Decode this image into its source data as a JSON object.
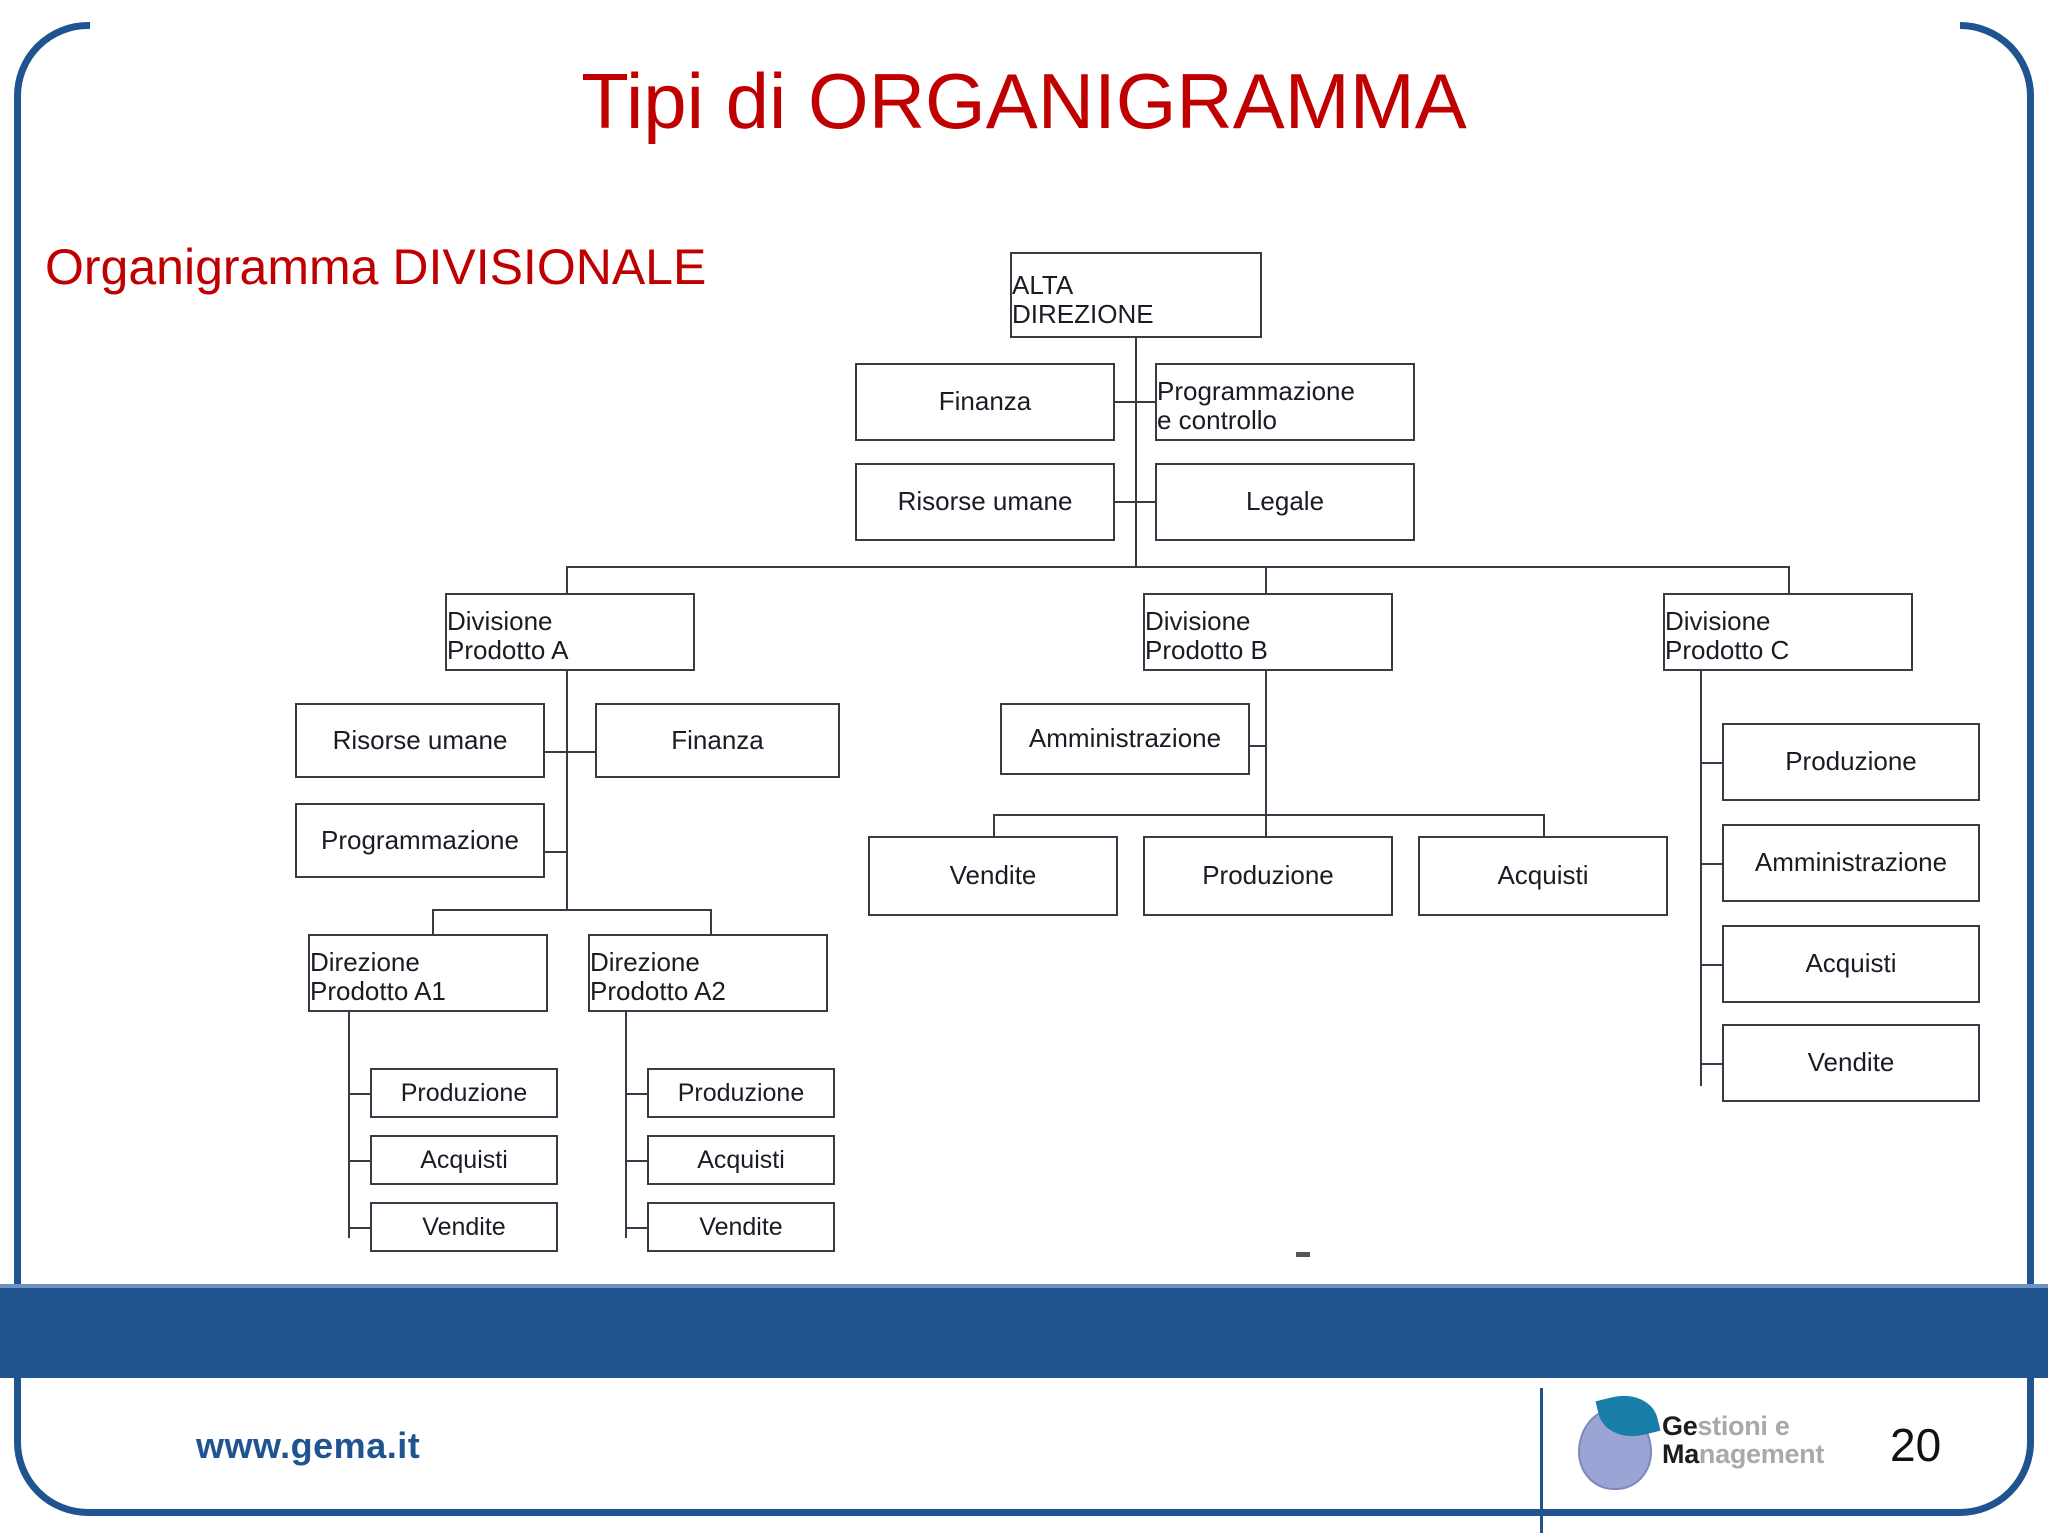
{
  "slide": {
    "title": "Tipi di ORGANIGRAMMA",
    "subtitle": "Organigramma DIVISIONALE",
    "title_color": "#c00000",
    "frame_color": "#1f5490",
    "band_color": "#1f5490",
    "page_number": "20"
  },
  "footer": {
    "url": "www.gema.it",
    "logo_line1_dark": "Ge",
    "logo_line1_grey": "stioni e",
    "logo_line2_dark": "Ma",
    "logo_line2_grey": "nagement"
  },
  "chart_data": {
    "type": "diagram",
    "title": "Organigramma DIVISIONALE",
    "root": "ALTA DIREZIONE",
    "nodes": {
      "root": {
        "label": "ALTA DIREZIONE",
        "line1": "ALTA",
        "line2": "DIREZIONE"
      },
      "staff": [
        {
          "label": "Finanza"
        },
        {
          "label": "Programmazione e controllo",
          "line1": "Programmazione",
          "line2": "e controllo"
        },
        {
          "label": "Risorse umane"
        },
        {
          "label": "Legale"
        }
      ],
      "divisions": [
        {
          "label": "Divisione Prodotto A",
          "line1": "Divisione",
          "line2": "Prodotto A",
          "staff": [
            {
              "label": "Risorse umane"
            },
            {
              "label": "Finanza"
            },
            {
              "label": "Programmazione"
            }
          ],
          "children": [
            {
              "label": "Direzione Prodotto A1",
              "line1": "Direzione",
              "line2": "Prodotto A1",
              "children": [
                {
                  "label": "Produzione"
                },
                {
                  "label": "Acquisti"
                },
                {
                  "label": "Vendite"
                }
              ]
            },
            {
              "label": "Direzione Prodotto A2",
              "line1": "Direzione",
              "line2": "Prodotto A2",
              "children": [
                {
                  "label": "Produzione"
                },
                {
                  "label": "Acquisti"
                },
                {
                  "label": "Vendite"
                }
              ]
            }
          ]
        },
        {
          "label": "Divisione Prodotto B",
          "line1": "Divisione",
          "line2": "Prodotto B",
          "staff": [
            {
              "label": "Amministrazione"
            }
          ],
          "children": [
            {
              "label": "Vendite"
            },
            {
              "label": "Produzione"
            },
            {
              "label": "Acquisti"
            }
          ]
        },
        {
          "label": "Divisione Prodotto C",
          "line1": "Divisione",
          "line2": "Prodotto C",
          "staff": [],
          "children": [
            {
              "label": "Produzione"
            },
            {
              "label": "Amministrazione"
            },
            {
              "label": "Acquisti"
            },
            {
              "label": "Vendite"
            }
          ]
        }
      ]
    }
  }
}
